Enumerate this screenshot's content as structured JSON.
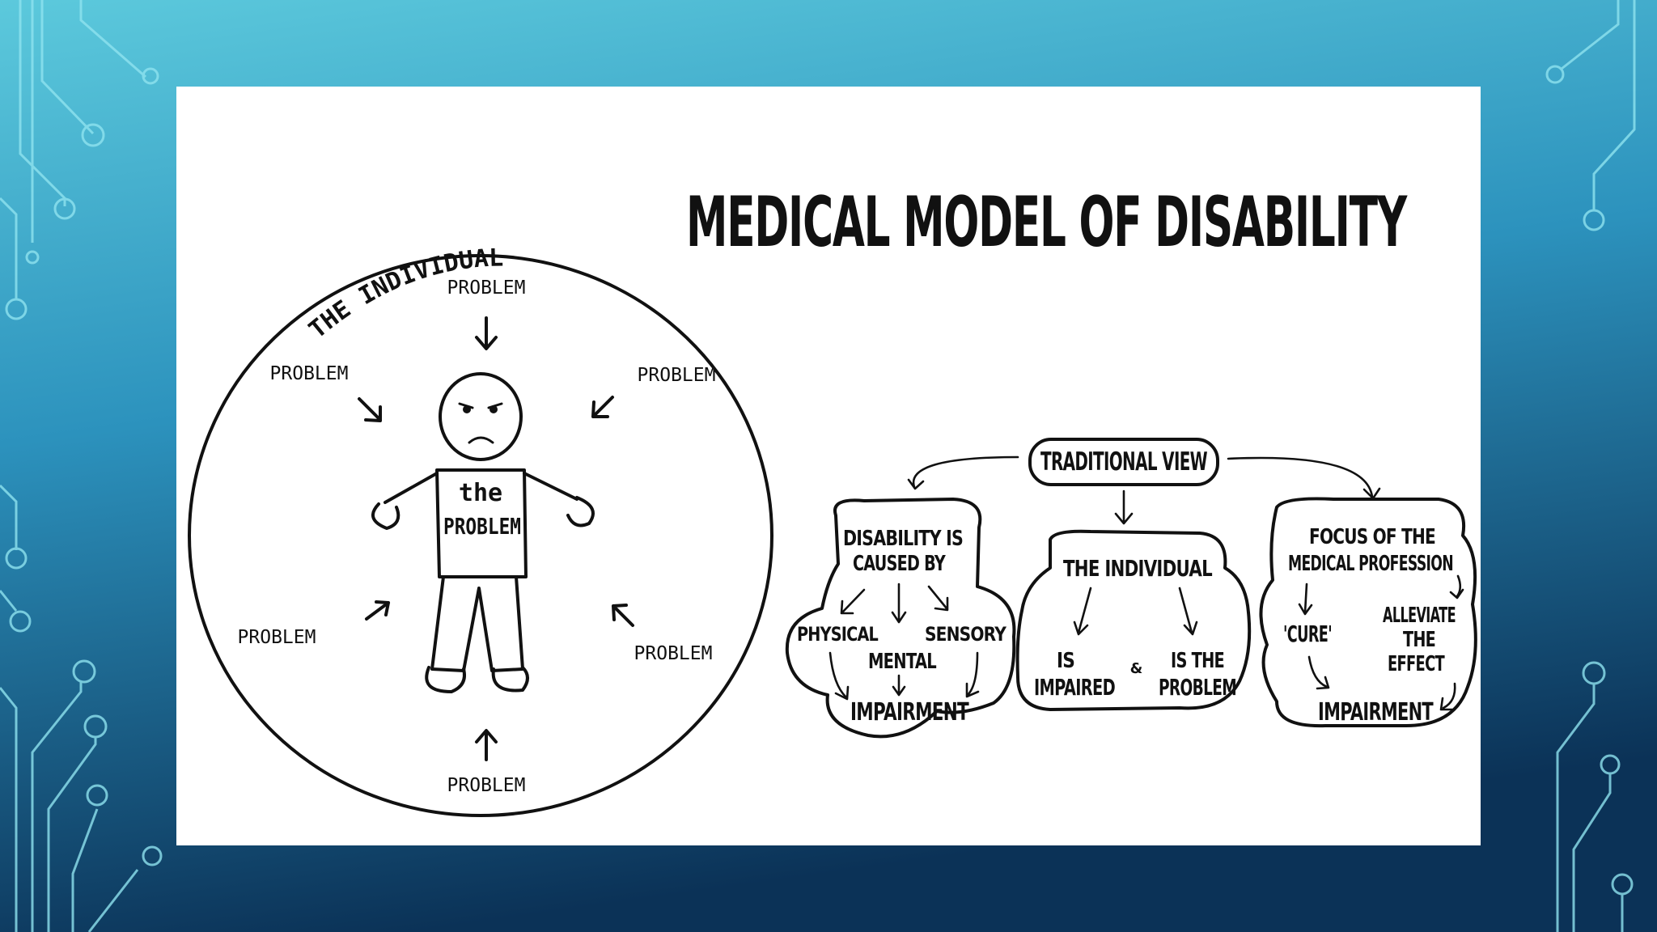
{
  "slide": {
    "colors": {
      "bg_top": "#5cc9dc",
      "bg_bottom": "#0b3257",
      "circuit": "#8fe3ef"
    }
  },
  "diagram": {
    "title": "MEDICAL MODEL OF DISABILITY",
    "circle": {
      "arc_label": "THE INDIVIDUAL",
      "person_shirt_line1": "the",
      "person_shirt_line2": "PROBLEM",
      "problem_labels": [
        "PROBLEM",
        "PROBLEM",
        "PROBLEM",
        "PROBLEM",
        "PROBLEM",
        "PROBLEM"
      ]
    },
    "traditional_view": "TRADITIONAL VIEW",
    "box_left": {
      "heading_line1": "DISABILITY IS",
      "heading_line2": "CAUSED BY",
      "physical": "PHYSICAL",
      "sensory": "SENSORY",
      "mental": "MENTAL",
      "impairment": "IMPAIRMENT"
    },
    "box_center": {
      "heading": "THE INDIVIDUAL",
      "is_impaired_line1": "IS",
      "is_impaired_line2": "IMPAIRED",
      "connector": "&",
      "is_problem_line1": "IS THE",
      "is_problem_line2": "PROBLEM"
    },
    "box_right": {
      "heading_line1": "FOCUS OF THE",
      "heading_line2": "MEDICAL PROFESSION",
      "cure": "'CURE'",
      "alleviate_line1": "ALLEVIATE",
      "alleviate_line2": "THE",
      "alleviate_line3": "EFFECT",
      "impairment": "IMPAIRMENT"
    }
  }
}
